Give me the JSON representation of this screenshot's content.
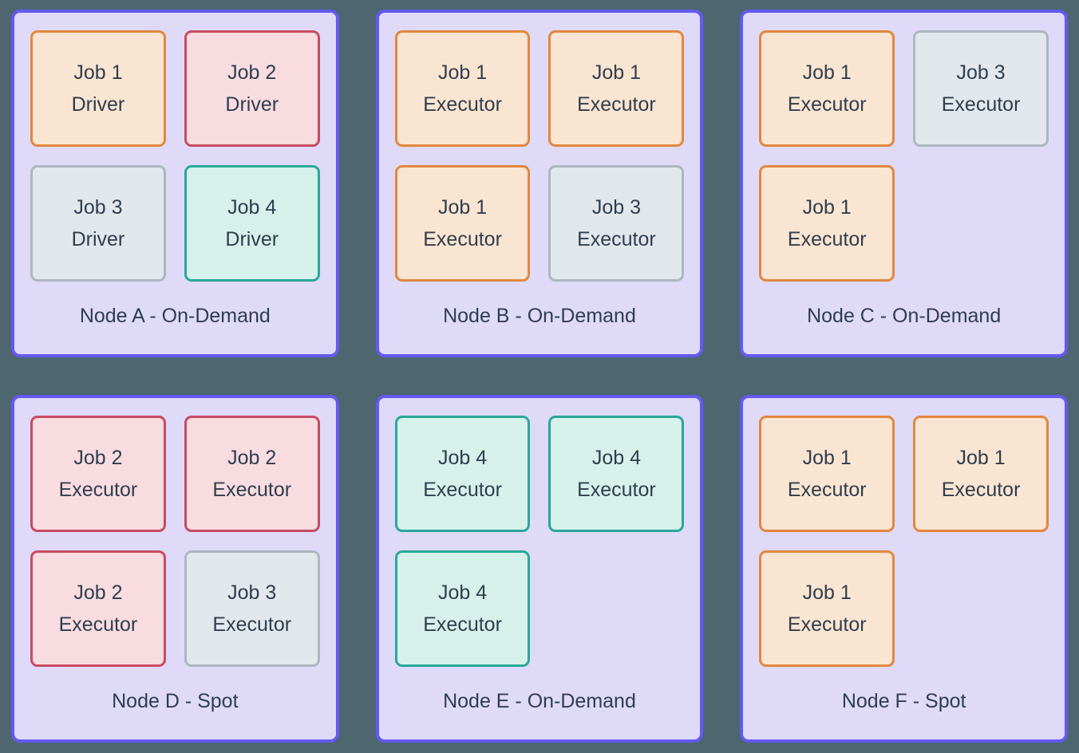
{
  "colors": {
    "page_bg": "#4D6670",
    "node_bg": "#DEDAF8",
    "node_border": "#6459F0",
    "text": "#2F3E4E",
    "job_styles": {
      "job1": {
        "border": "#E2873C",
        "bg": "#FAE5D2"
      },
      "job2": {
        "border": "#C84A62",
        "bg": "#F8DCE0"
      },
      "job3": {
        "border": "#ACB7C0",
        "bg": "#E2E7EB"
      },
      "job4": {
        "border": "#2AA79A",
        "bg": "#D5F1EA"
      }
    }
  },
  "nodes": [
    {
      "id": "a",
      "label": "Node A - On-Demand",
      "jobs": [
        {
          "line1": "Job 1",
          "line2": "Driver",
          "style": "job1"
        },
        {
          "line1": "Job 2",
          "line2": "Driver",
          "style": "job2"
        },
        {
          "line1": "Job 3",
          "line2": "Driver",
          "style": "job3"
        },
        {
          "line1": "Job 4",
          "line2": "Driver",
          "style": "job4"
        }
      ]
    },
    {
      "id": "b",
      "label": "Node B - On-Demand",
      "jobs": [
        {
          "line1": "Job 1",
          "line2": "Executor",
          "style": "job1"
        },
        {
          "line1": "Job 1",
          "line2": "Executor",
          "style": "job1"
        },
        {
          "line1": "Job 1",
          "line2": "Executor",
          "style": "job1"
        },
        {
          "line1": "Job 3",
          "line2": "Executor",
          "style": "job3"
        }
      ]
    },
    {
      "id": "c",
      "label": "Node C - On-Demand",
      "jobs": [
        {
          "line1": "Job 1",
          "line2": "Executor",
          "style": "job1"
        },
        {
          "line1": "Job 3",
          "line2": "Executor",
          "style": "job3"
        },
        {
          "line1": "Job 1",
          "line2": "Executor",
          "style": "job1"
        }
      ]
    },
    {
      "id": "d",
      "label": "Node D - Spot",
      "jobs": [
        {
          "line1": "Job 2",
          "line2": "Executor",
          "style": "job2"
        },
        {
          "line1": "Job 2",
          "line2": "Executor",
          "style": "job2"
        },
        {
          "line1": "Job 2",
          "line2": "Executor",
          "style": "job2"
        },
        {
          "line1": "Job 3",
          "line2": "Executor",
          "style": "job3"
        }
      ]
    },
    {
      "id": "e",
      "label": "Node E - On-Demand",
      "jobs": [
        {
          "line1": "Job 4",
          "line2": "Executor",
          "style": "job4"
        },
        {
          "line1": "Job 4",
          "line2": "Executor",
          "style": "job4"
        },
        {
          "line1": "Job 4",
          "line2": "Executor",
          "style": "job4"
        }
      ]
    },
    {
      "id": "f",
      "label": "Node F - Spot",
      "jobs": [
        {
          "line1": "Job 1",
          "line2": "Executor",
          "style": "job1"
        },
        {
          "line1": "Job 1",
          "line2": "Executor",
          "style": "job1"
        },
        {
          "line1": "Job 1",
          "line2": "Executor",
          "style": "job1"
        }
      ]
    }
  ]
}
